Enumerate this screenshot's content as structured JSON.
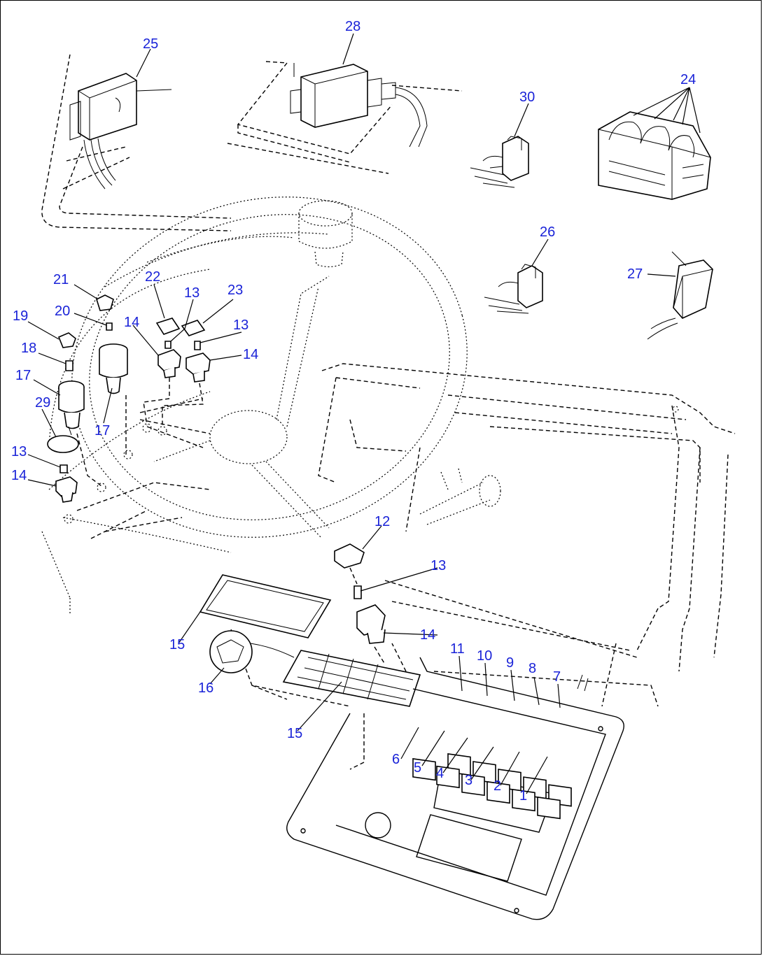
{
  "diagram": {
    "label_color": "#1a23d8",
    "callouts": [
      {
        "id": "c25",
        "text": "25"
      },
      {
        "id": "c28",
        "text": "28"
      },
      {
        "id": "c24",
        "text": "24"
      },
      {
        "id": "c30",
        "text": "30"
      },
      {
        "id": "c26",
        "text": "26"
      },
      {
        "id": "c27",
        "text": "27"
      },
      {
        "id": "c21",
        "text": "21"
      },
      {
        "id": "c22",
        "text": "22"
      },
      {
        "id": "c20",
        "text": "20"
      },
      {
        "id": "c13a",
        "text": "13"
      },
      {
        "id": "c23",
        "text": "23"
      },
      {
        "id": "c19",
        "text": "19"
      },
      {
        "id": "c14a",
        "text": "14"
      },
      {
        "id": "c13b",
        "text": "13"
      },
      {
        "id": "c18",
        "text": "18"
      },
      {
        "id": "c14b",
        "text": "14"
      },
      {
        "id": "c17a",
        "text": "17"
      },
      {
        "id": "c29",
        "text": "29"
      },
      {
        "id": "c17b",
        "text": "17"
      },
      {
        "id": "c13c",
        "text": "13"
      },
      {
        "id": "c14c",
        "text": "14"
      },
      {
        "id": "c12",
        "text": "12"
      },
      {
        "id": "c13d",
        "text": "13"
      },
      {
        "id": "c14d",
        "text": "14"
      },
      {
        "id": "c15a",
        "text": "15"
      },
      {
        "id": "c16",
        "text": "16"
      },
      {
        "id": "c15b",
        "text": "15"
      },
      {
        "id": "c11",
        "text": "11"
      },
      {
        "id": "c10",
        "text": "10"
      },
      {
        "id": "c9",
        "text": "9"
      },
      {
        "id": "c8",
        "text": "8"
      },
      {
        "id": "c7",
        "text": "7"
      },
      {
        "id": "c6",
        "text": "6"
      },
      {
        "id": "c5",
        "text": "5"
      },
      {
        "id": "c4",
        "text": "4"
      },
      {
        "id": "c3",
        "text": "3"
      },
      {
        "id": "c2",
        "text": "2"
      },
      {
        "id": "c1",
        "text": "1"
      }
    ]
  }
}
